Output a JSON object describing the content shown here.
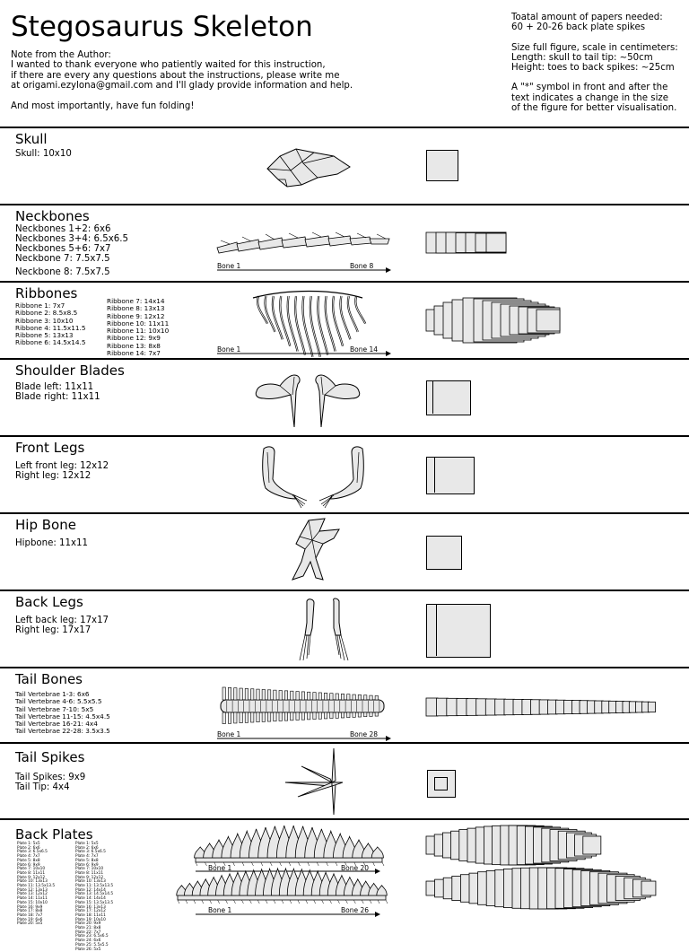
{
  "header": {
    "title": "Stegosaurus Skeleton",
    "note_lines": [
      "Note from the Author:",
      "I wanted to thank everyone who patiently waited for this instruction,",
      "if there are every any questions about the instructions, please write me",
      "at origami.ezylona@gmail.com and I'll glady provide information and help.",
      "",
      "And most importantly, have fun folding!"
    ],
    "side_lines": [
      "Toatal amount of papers needed:",
      "60 + 20-26 back plate spikes",
      "",
      "Size full figure, scale in centimeters:",
      "Length: skull to tail tip: ~50cm",
      "Height: toes to back spikes: ~25cm",
      "",
      "A \"*\" symbol in front and after the",
      "text indicates a change in the size",
      "of the figure for better visualisation."
    ]
  },
  "sections": {
    "skull": {
      "title": "Skull",
      "specs": [
        "Skull: 10x10"
      ]
    },
    "neckbones": {
      "title": "Neckbones",
      "specs": [
        "Neckbones 1+2: 6x6",
        "Neckbones 3+4: 6.5x6.5",
        "Neckbones 5+6: 7x7",
        "Neckbone 7: 7.5x7.5",
        "Neckbone 8: 7.5x7.5"
      ],
      "from": "Bone 1",
      "to": "Bone 8"
    },
    "ribbones": {
      "title": "Ribbones",
      "specs_left": [
        "Ribbone 1: 7x7",
        "Ribbone 2: 8.5x8.5",
        "Ribbone 3: 10x10",
        "Ribbone 4: 11.5x11.5",
        "Ribbone 5: 13x13",
        "Ribbone 6: 14.5x14.5"
      ],
      "specs_right": [
        "Ribbone 7: 14x14",
        "Ribbone 8: 13x13",
        "Ribbone 9: 12x12",
        "Ribbone 10: 11x11",
        "Ribbone 11: 10x10",
        "Ribbone 12: 9x9",
        "Ribbone 13: 8x8",
        "Ribbone 14: 7x7"
      ],
      "from": "Bone 1",
      "to": "Bone 14"
    },
    "shoulder": {
      "title": "Shoulder Blades",
      "specs": [
        "Blade left: 11x11",
        "Blade right: 11x11"
      ]
    },
    "frontlegs": {
      "title": "Front Legs",
      "specs": [
        "Left front leg: 12x12",
        "Right leg: 12x12"
      ]
    },
    "hipbone": {
      "title": "Hip Bone",
      "specs": [
        "Hipbone: 11x11"
      ]
    },
    "backlegs": {
      "title": "Back Legs",
      "specs": [
        "Left back leg: 17x17",
        "Right leg: 17x17"
      ]
    },
    "tailbones": {
      "title": "Tail Bones",
      "specs": [
        "Tail Vertebrae 1-3: 6x6",
        "Tail Vertebrae 4-6: 5.5x5.5",
        "Tail Vertebrae 7-10: 5x5",
        "Tail Vertebrae 11-15: 4.5x4.5",
        "Tail Vertebrae 16-21: 4x4",
        "Tail Vertebrae 22-28: 3.5x3.5"
      ],
      "from": "Bone 1",
      "to": "Bone 28"
    },
    "tailspikes": {
      "title": "Tail Spikes",
      "specs": [
        "Tail Spikes: 9x9",
        "Tail Tip: 4x4"
      ]
    },
    "backplates": {
      "title": "Back Plates",
      "specs_left": [
        "Plate 1: 5x5",
        "Plate 2: 6x6",
        "Plate 3: 6.5x6.5",
        "Plate 4: 7x7",
        "Plate 5: 8x8",
        "Plate 6: 9x9",
        "Plate 7: 10x10",
        "Plate 8: 11x11",
        "Plate 9: 12x12",
        "Plate 10: 13x13",
        "Plate 11: 13.5x13.5",
        "Plate 12: 13x13",
        "Plate 13: 12x12",
        "Plate 14: 11x11",
        "Plate 15: 10x10",
        "Plate 16: 9x9",
        "Plate 17: 8x8",
        "Plate 18: 7x7",
        "Plate 19: 6x6",
        "Plate 20: 5x5"
      ],
      "specs_right": [
        "Plate 1: 5x5",
        "Plate 2: 6x6",
        "Plate 3: 6.5x6.5",
        "Plate 4: 7x7",
        "Plate 5: 8x8",
        "Plate 6: 9x9",
        "Plate 7: 10x10",
        "Plate 8: 11x11",
        "Plate 9: 12x12",
        "Plate 10: 13x13",
        "Plate 11: 13.5x13.5",
        "Plate 12: 14x14",
        "Plate 13: 14.5x14.5",
        "Plate 14: 14x14",
        "Plate 15: 13.5x13.5",
        "Plate 16: 13x13",
        "Plate 17: 12x12",
        "Plate 18: 11x11",
        "Plate 19: 10x10",
        "Plate 20: 9x9",
        "Plate 21: 8x8",
        "Plate 22: 7x7",
        "Plate 23: 6.5x6.5",
        "Plate 24: 6x6",
        "Plate 25: 5.5x5.5",
        "Plate 26: 5x5"
      ],
      "row1_from": "Bone 1",
      "row1_to": "Bone 20",
      "row2_from": "Bone 1",
      "row2_to": "Bone 26"
    }
  },
  "colors": {
    "paper_fill": "#e8e8e8",
    "line": "#000000"
  }
}
